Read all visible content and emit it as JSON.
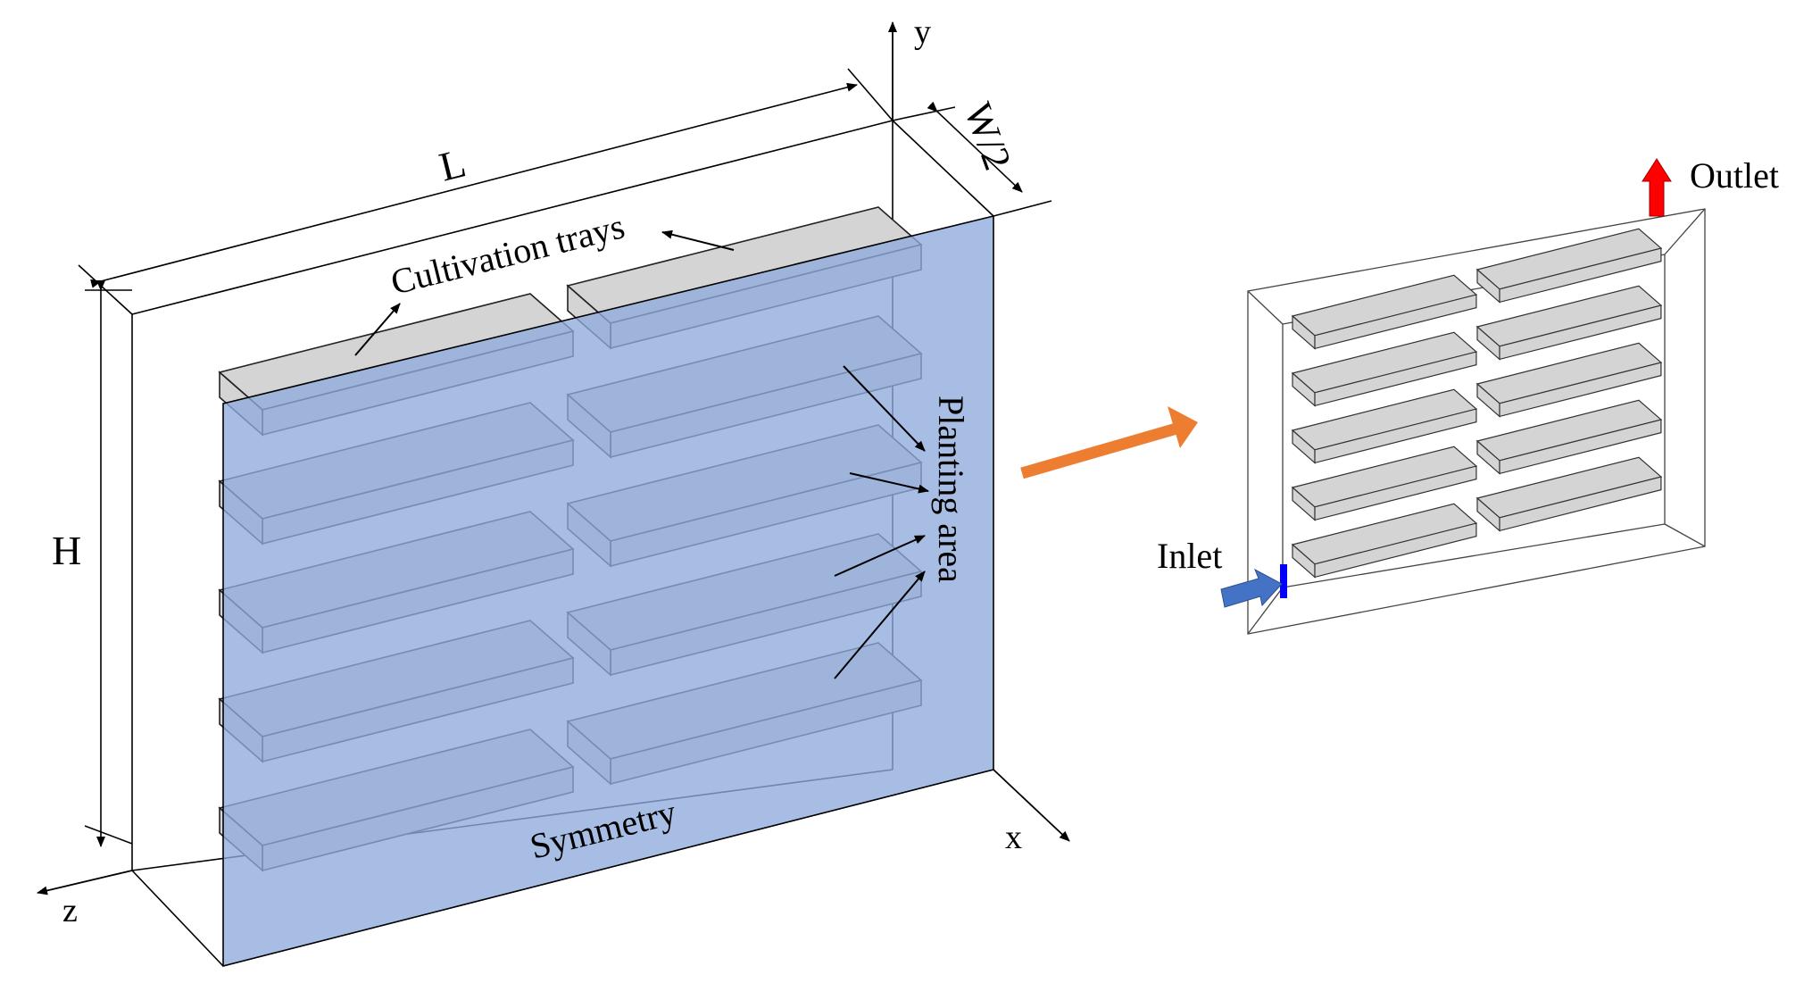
{
  "labels": {
    "axis_y": "y",
    "axis_x": "x",
    "axis_z": "z",
    "dim_L": "L",
    "dim_W": "W/2",
    "dim_H": "H",
    "trays": "Cultivation trays",
    "planting": "Planting area",
    "symmetry": "Symmetry",
    "outlet": "Outlet",
    "inlet": "Inlet"
  },
  "colors": {
    "symmetry_plane": "#8eaadb",
    "tray_fill": "#d4d4d4",
    "process_arrow": "#ed7d31",
    "outlet_arrow": "#ff0000",
    "inlet_arrow": "#4472c4",
    "inlet_face": "#0000ff"
  },
  "left_view": {
    "tray_rows": 5,
    "tray_columns": 2
  },
  "right_view": {
    "tray_rows": 5,
    "tray_columns": 2
  }
}
